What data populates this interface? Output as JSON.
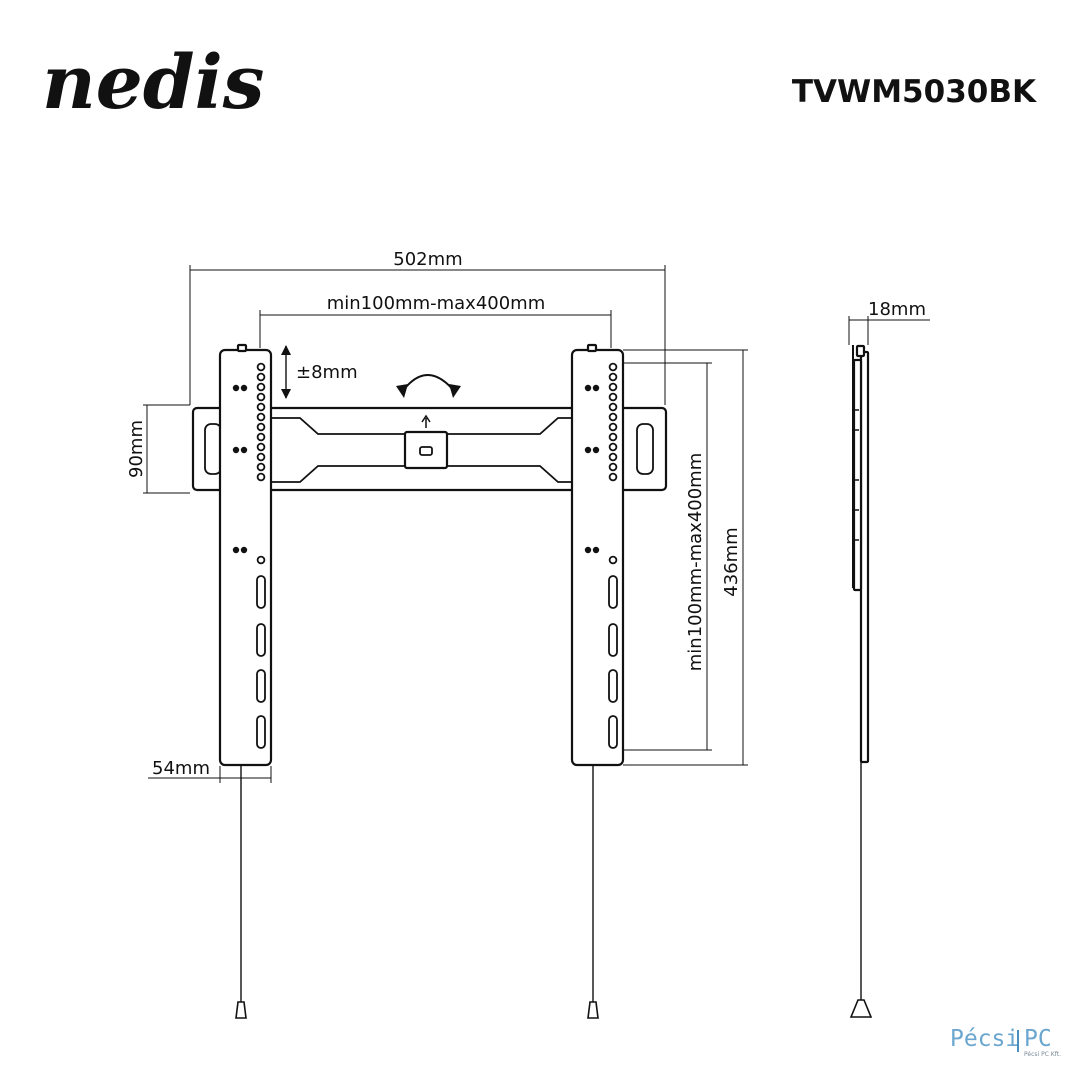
{
  "brand": {
    "logo_text": "nedis"
  },
  "product": {
    "model": "TVWM5030BK"
  },
  "dimensions": {
    "overall_width": "502mm",
    "vesa_horizontal": "min100mm-max400mm",
    "vertical_adjust": "±8mm",
    "bracket_height": "90mm",
    "arm_height": "436mm",
    "vesa_vertical": "min100mm-max400mm",
    "arm_width": "54mm",
    "wall_distance": "18mm"
  },
  "watermark": {
    "text_left": "Pécsi",
    "text_right": "PC",
    "subtext": "Pécsi PC Kft.",
    "color_main": "#6aa6cf",
    "color_accent": "#4a8fc0"
  }
}
